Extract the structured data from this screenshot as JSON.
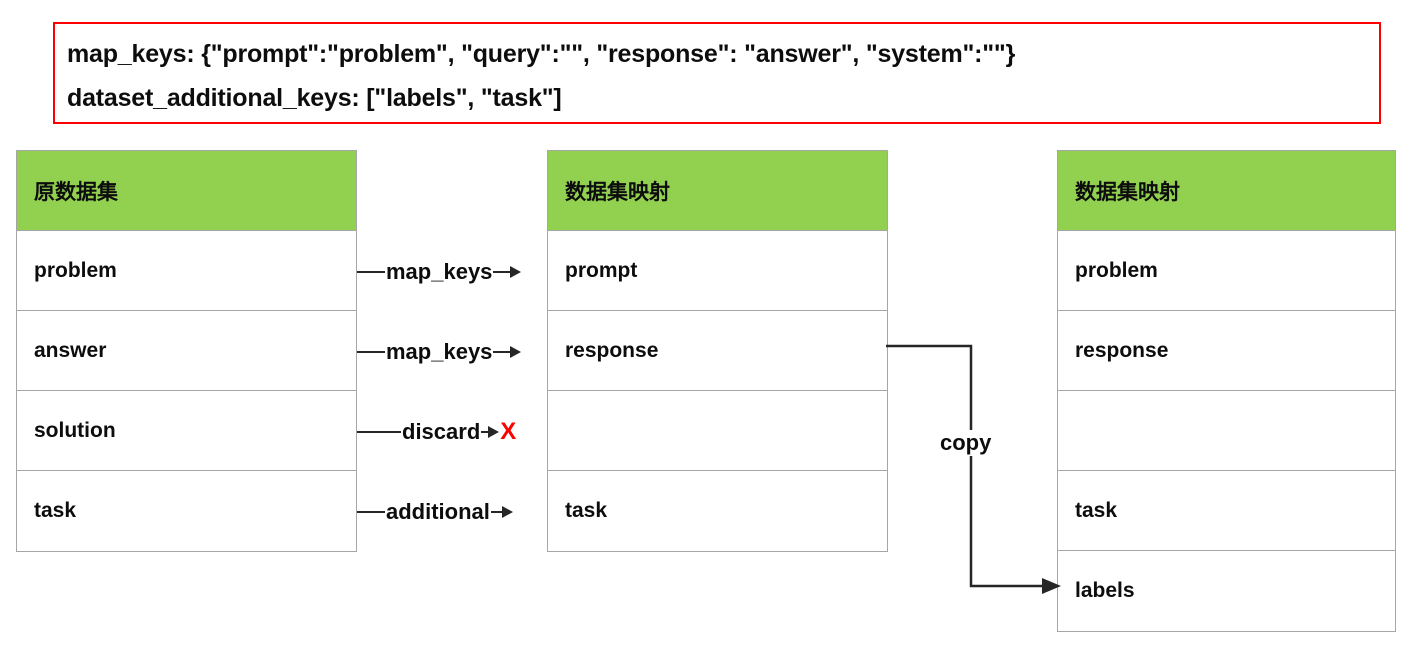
{
  "config": {
    "map_keys_line": "map_keys:  {\"prompt\":\"problem\", \"query\":\"\", \"response\": \"answer\", \"system\":\"\"}",
    "additional_keys_line": "dataset_additional_keys:  [\"labels\", \"task\"]",
    "border_color": "#ff0000"
  },
  "colors": {
    "header_green": "#92d050",
    "table_border": "#a6a6a6",
    "line": "#262626",
    "discard_red": "#ff0000"
  },
  "tables": {
    "source": {
      "title": "原数据集",
      "rows": [
        "problem",
        "answer",
        "solution",
        "task"
      ]
    },
    "mapped": {
      "title": "数据集映射",
      "rows": [
        "prompt",
        "response",
        "",
        "task"
      ]
    },
    "final": {
      "title": "数据集映射",
      "rows": [
        "problem",
        "response",
        "",
        "task",
        "labels"
      ]
    }
  },
  "connectors": [
    {
      "label": "map_keys",
      "from": "problem",
      "to": "prompt",
      "kind": "arrow"
    },
    {
      "label": "map_keys",
      "from": "answer",
      "to": "response",
      "kind": "arrow"
    },
    {
      "label": "discard",
      "from": "solution",
      "to": "",
      "kind": "discard",
      "marker": "X"
    },
    {
      "label": "additional",
      "from": "task",
      "to": "task",
      "kind": "arrow"
    }
  ],
  "copy_connector": {
    "label": "copy",
    "from": "response",
    "to": "labels"
  }
}
